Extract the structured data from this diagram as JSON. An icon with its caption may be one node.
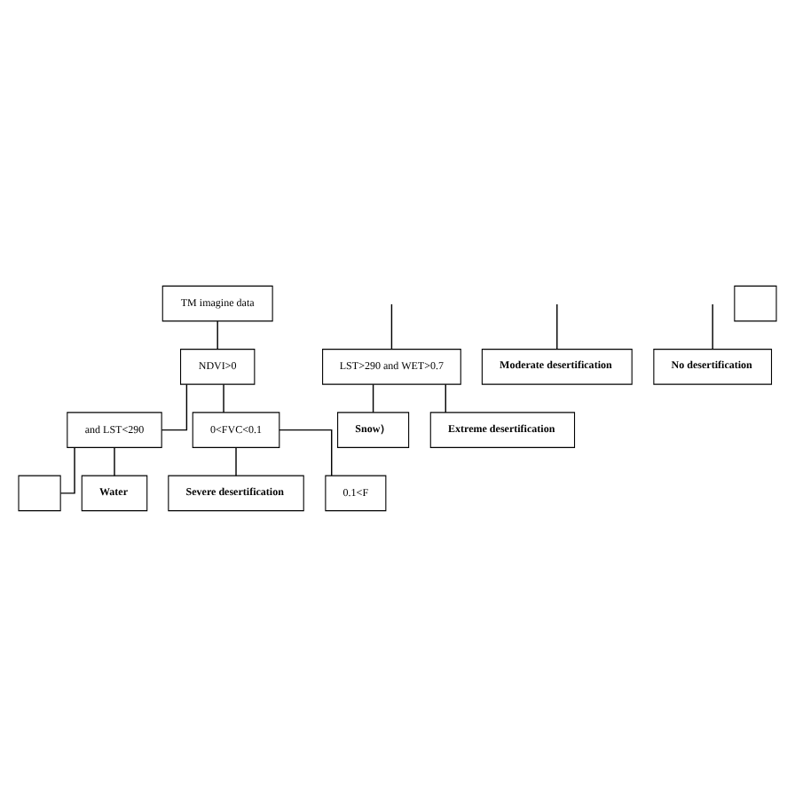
{
  "diagram": {
    "nodes": [
      {
        "text": [
          "TM imagine data"
        ]
      },
      {
        "text": [
          "NDVI>0"
        ]
      },
      {
        "text": [
          "and LST<290"
        ]
      },
      {
        "text": [
          "0<FVC<0.1"
        ]
      },
      {
        "text": [],
        "shape": "box"
      },
      {
        "text": [
          "Water"
        ]
      },
      {
        "text": [
          "Severe desertification"
        ]
      },
      {
        "text": [
          "0.1<F"
        ]
      },
      {
        "text": [
          "LST>290 and WET>0.7"
        ]
      },
      {
        "text": [
          "Moderate desertification"
        ]
      },
      {
        "text": [
          "Snow）"
        ]
      },
      {
        "text": [
          "Extreme desertification"
        ]
      },
      {
        "text": [
          "No desertification"
        ]
      },
      {
        "text": [],
        "shape": "box"
      }
    ],
    "edges": [
      {
        "from": 0,
        "to": 1,
        "arrow": "none"
      },
      {
        "from": 1,
        "to": 2,
        "arrow": "none"
      },
      {
        "from": 1,
        "to": 3,
        "arrow": "none"
      },
      {
        "from": 2,
        "to": 4,
        "arrow": "none"
      },
      {
        "from": 2,
        "to": 5,
        "arrow": "none"
      },
      {
        "from": 3,
        "to": 6,
        "arrow": "none"
      },
      {
        "from": 3,
        "to": 7,
        "arrow": "none"
      },
      {
        "from": null,
        "to": 8,
        "arrow": "none"
      },
      {
        "from": null,
        "to": 9,
        "arrow": "none"
      },
      {
        "from": 8,
        "to": 10,
        "arrow": "none"
      },
      {
        "from": 8,
        "to": 11,
        "arrow": "none"
      },
      {
        "from": null,
        "to": 12,
        "arrow": "none"
      }
    ]
  }
}
